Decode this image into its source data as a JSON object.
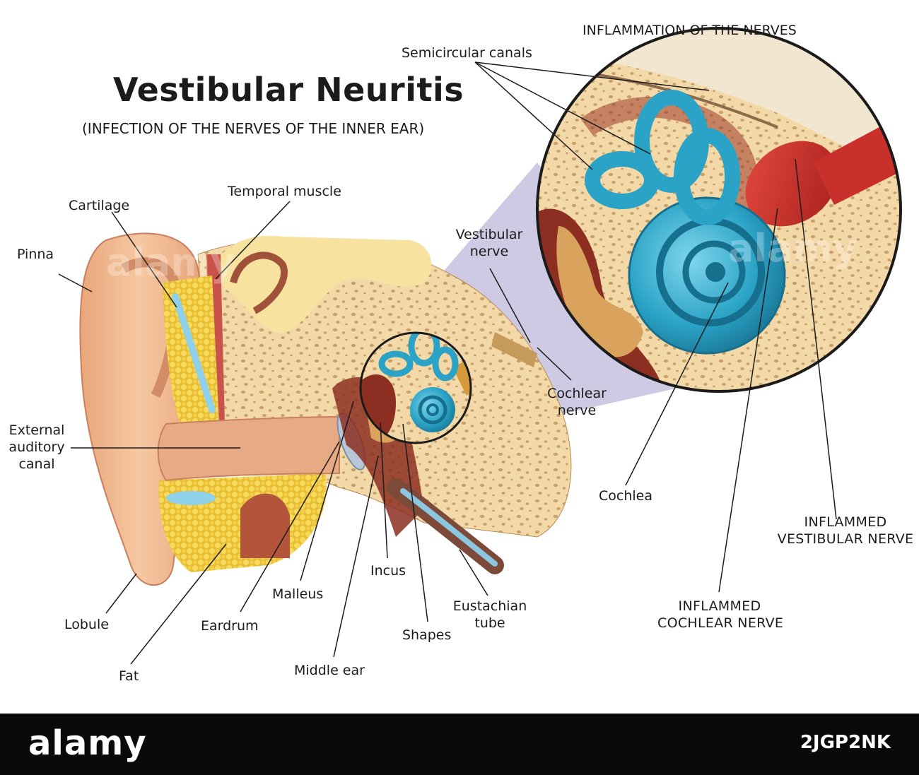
{
  "diagram": {
    "title": "Vestibular Neuritis",
    "subtitle": "(INFECTION OF THE NERVES OF THE INNER EAR)",
    "inset_title": "INFLAMMATION OF THE NERVES",
    "labels": {
      "pinna": "Pinna",
      "cartilage": "Cartilage",
      "temporal_muscle": "Temporal muscle",
      "external_canal": [
        "External",
        "auditory",
        "canal"
      ],
      "lobule": "Lobule",
      "fat": "Fat",
      "eardrum": "Eardrum",
      "malleus": "Malleus",
      "middle_ear": "Middle ear",
      "incus": "Incus",
      "shapes": "Shapes",
      "eustachian": [
        "Eustachian",
        "tube"
      ],
      "vestibular_nerve": [
        "Vestibular",
        "nerve"
      ],
      "cochlear_nerve": [
        "Cochlear",
        "nerve"
      ],
      "semicircular": "Semicircular canals",
      "cochlea": "Cochlea",
      "inflamed_vestibular": [
        "INFLAMMED",
        "VESTIBULAR NERVE"
      ],
      "inflamed_cochlear": [
        "INFLAMMED",
        "COCHLEAR NERVE"
      ]
    },
    "watermark": "alamy"
  },
  "footer": {
    "logo": "alamy",
    "image_code": "2JGP2NK"
  },
  "colors": {
    "skin": "#f2b98f",
    "skin_dark": "#d8936a",
    "bone": "#f4d9a8",
    "fat": "#f2d04a",
    "labyrinth": "#2fa8c8",
    "nerve_red": "#c9302c",
    "tissue_red": "#a8442e",
    "zoom_purple": "#c9c4e0"
  }
}
